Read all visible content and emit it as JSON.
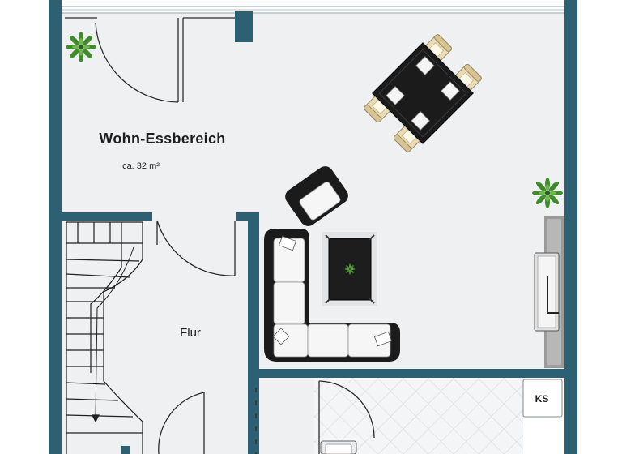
{
  "rooms": {
    "living": {
      "name": "Wohn-Essbereich",
      "area": "ca. 32 m²"
    },
    "hallway": {
      "name": "Flur"
    },
    "storage": {
      "name": "KS"
    }
  },
  "colors": {
    "wall": "#2e6073",
    "floor": "#eef0f2",
    "kitchen_tile": "#f4f5f6",
    "furniture_dark": "#1b1b1b",
    "furniture_light": "#f6f6f6",
    "chair": "#ecdcb4",
    "plant": "#3f8a2a"
  },
  "icons": [
    "plant-icon",
    "door-swing-icon",
    "stair-icon",
    "radiator-icon"
  ]
}
